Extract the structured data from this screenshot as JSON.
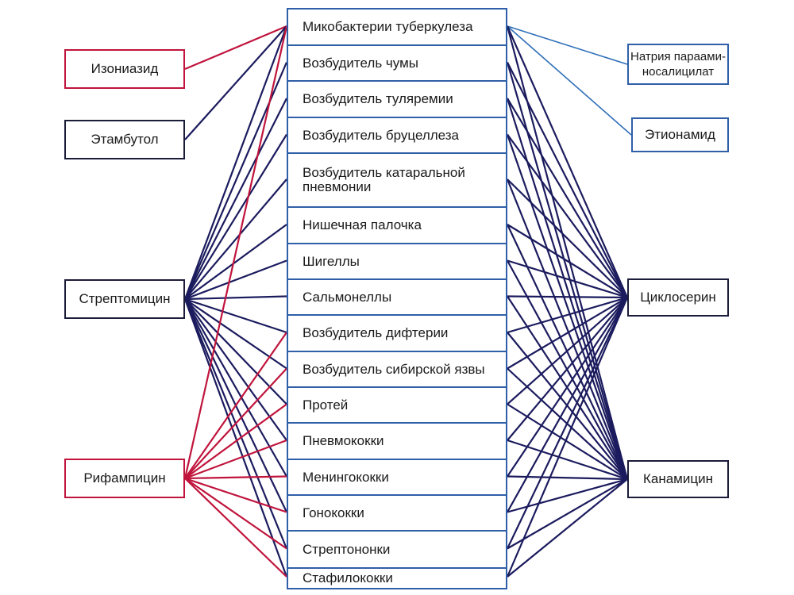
{
  "colors": {
    "red": "#c0143c",
    "navy": "#1b1b5e",
    "blue": "#2f6fb8",
    "box_border": "#2f5fa8"
  },
  "center_items": [
    "Микобактерии туберкулеза",
    "Возбудитель чумы",
    "Возбудитель  туляремии",
    "Возбудитель бруцеллеза",
    "Возбудитель катаральной пневмонии",
    "Нишечная палочка",
    "Шигеллы",
    "Сальмонеллы",
    "Возбудитель дифтерии",
    "Возбудитель сибирской язвы",
    "Протей",
    "Пневмококки",
    "Менингококки",
    "Гонококки",
    "Стрептононки",
    "Стафилококки"
  ],
  "drugs": {
    "isoniazid": {
      "label": "Изониазид",
      "color": "red",
      "targets": [
        0
      ]
    },
    "ethambutol": {
      "label": "Этамбутол",
      "color": "navy",
      "targets": [
        0
      ]
    },
    "streptomycin": {
      "label": "Стрептомицин",
      "color": "navy",
      "targets": [
        0,
        1,
        2,
        3,
        4,
        5,
        6,
        7,
        8,
        9,
        10,
        11,
        12,
        13,
        14,
        15
      ]
    },
    "rifampicin": {
      "label": "Рифампицин",
      "color": "red",
      "targets": [
        0,
        8,
        9,
        10,
        11,
        12,
        13,
        14,
        15
      ]
    },
    "pas": {
      "label": "Натрия парааминосалицилат",
      "label_line1": "Натрия параами-",
      "label_line2": "носалицилат",
      "color": "blue",
      "targets": [
        0
      ]
    },
    "ethionamide": {
      "label": "Этионамид",
      "color": "blue",
      "targets": [
        0
      ]
    },
    "cycloserine": {
      "label": "Циклосерин",
      "color": "navy",
      "targets": [
        0,
        1,
        2,
        3,
        4,
        5,
        6,
        7,
        8,
        9,
        10,
        11,
        12,
        13,
        14,
        15
      ]
    },
    "kanamycin": {
      "label": "Канамицин",
      "color": "navy",
      "targets": [
        0,
        1,
        2,
        3,
        4,
        5,
        6,
        7,
        8,
        9,
        10,
        11,
        12,
        13,
        14,
        15
      ]
    }
  }
}
